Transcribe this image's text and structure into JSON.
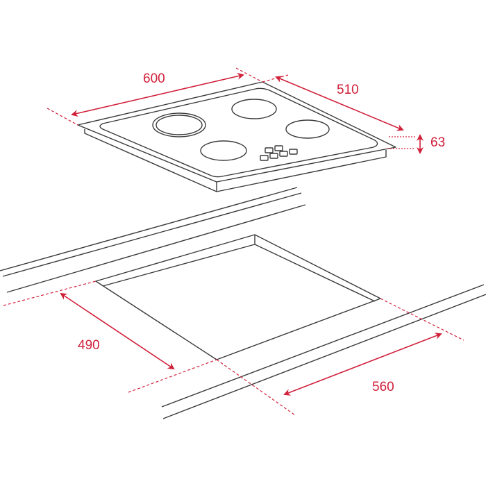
{
  "dimensions": {
    "hob_width": "600",
    "hob_depth": "510",
    "hob_height": "63",
    "cutout_depth": "490",
    "cutout_width": "560"
  },
  "colors": {
    "dimension": "#d0203a",
    "outline": "#3a3a3a"
  }
}
